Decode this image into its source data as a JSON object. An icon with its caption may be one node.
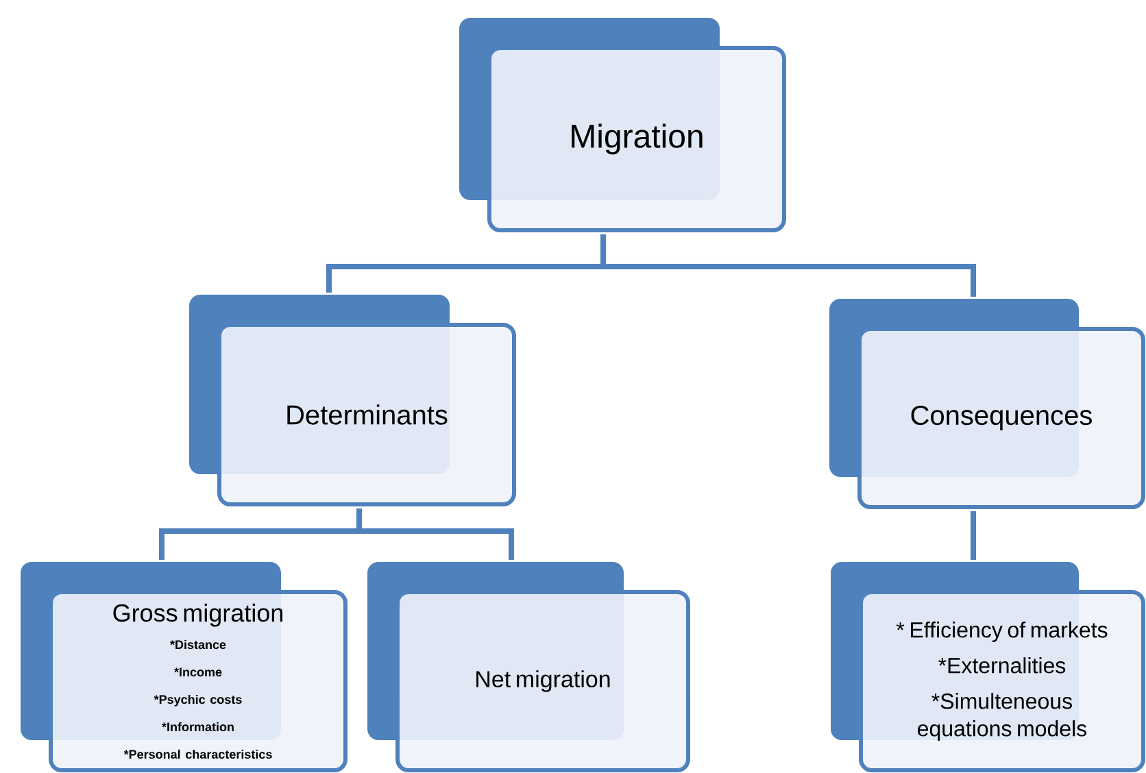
{
  "diagram": {
    "nodes": [
      {
        "text": [
          "Migration"
        ]
      },
      {
        "text": [
          "Determinants"
        ]
      },
      {
        "text": [
          "Consequences"
        ]
      },
      {
        "text": [
          "Gross migration",
          "*Distance",
          "*Income",
          "*Psychic costs",
          "*Information",
          "*Personal characteristics"
        ]
      },
      {
        "text": [
          "Net migration"
        ]
      },
      {
        "text": [
          "* Efficiency of markets",
          "*Externalities",
          "*Simulteneous equations models"
        ]
      }
    ],
    "edges": [
      {
        "from": 0,
        "to": 1,
        "arrow": "none"
      },
      {
        "from": 0,
        "to": 2,
        "arrow": "none"
      },
      {
        "from": 1,
        "to": 3,
        "arrow": "none"
      },
      {
        "from": 1,
        "to": 4,
        "arrow": "none"
      },
      {
        "from": 2,
        "to": 5,
        "arrow": "none"
      }
    ]
  }
}
